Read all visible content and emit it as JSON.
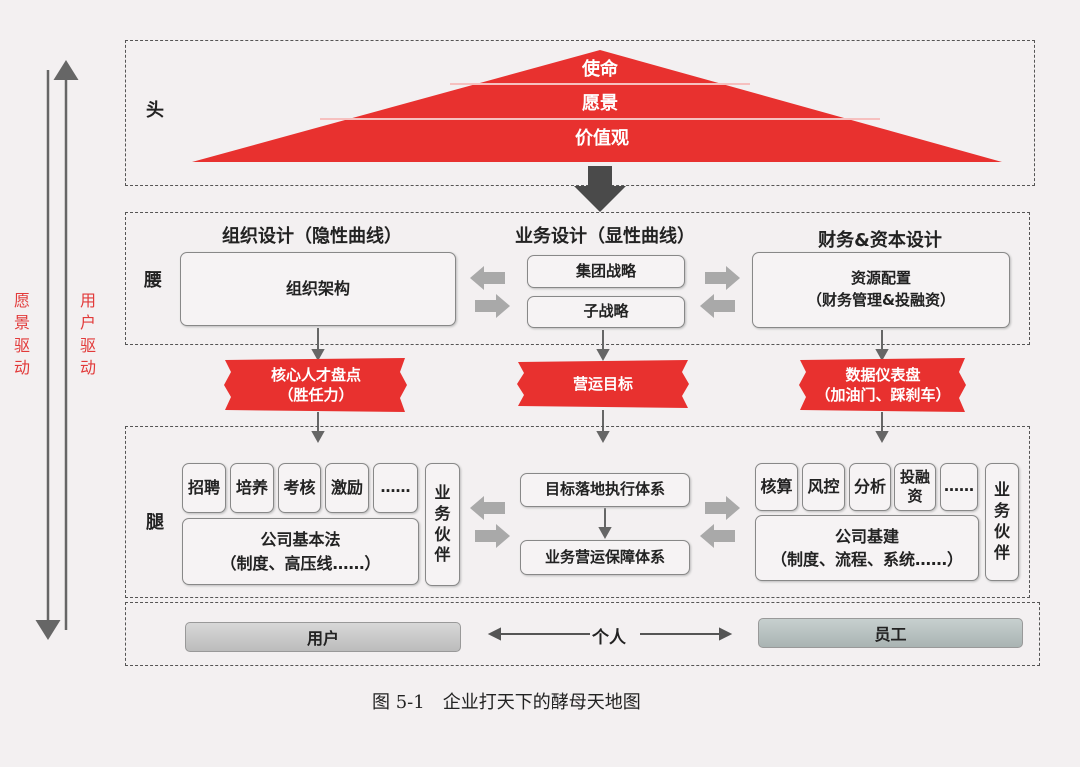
{
  "side": {
    "left": "愿景驱动",
    "right": "用户驱动"
  },
  "head": {
    "label": "头",
    "levels": [
      "使命",
      "愿景",
      "价值观"
    ]
  },
  "waist": {
    "label": "腰",
    "col1_title": "组织设计（隐性曲线）",
    "col2_title": "业务设计（显性曲线）",
    "col3_title": "财务&资本设计",
    "org": "组织架构",
    "group_strategy": "集团战略",
    "sub_strategy": "子战略",
    "resource_line1": "资源配置",
    "resource_line2": "（财务管理&投融资）"
  },
  "ribbons": {
    "r1_line1": "核心人才盘点",
    "r1_line2": "（胜任力）",
    "r2": "营运目标",
    "r3_line1": "数据仪表盘",
    "r3_line2": "（加油门、踩刹车）"
  },
  "leg": {
    "label": "腿",
    "left_items": [
      "招聘",
      "培养",
      "考核",
      "激励",
      "……"
    ],
    "left_partner": "业务伙伴",
    "left_base_line1": "公司基本法",
    "left_base_line2": "（制度、高压线……）",
    "mid1": "目标落地执行体系",
    "mid2": "业务营运保障体系",
    "right_items": [
      "核算",
      "风控",
      "分析",
      "投融资",
      "……"
    ],
    "right_partner": "业务伙伴",
    "right_base_line1": "公司基建",
    "right_base_line2": "（制度、流程、系统……）"
  },
  "bottom": {
    "user": "用户",
    "individual": "个人",
    "employee": "员工"
  },
  "caption": "图 5-1　企业打天下的酵母天地图",
  "colors": {
    "red": "#e8312f",
    "gray": "#555555"
  }
}
